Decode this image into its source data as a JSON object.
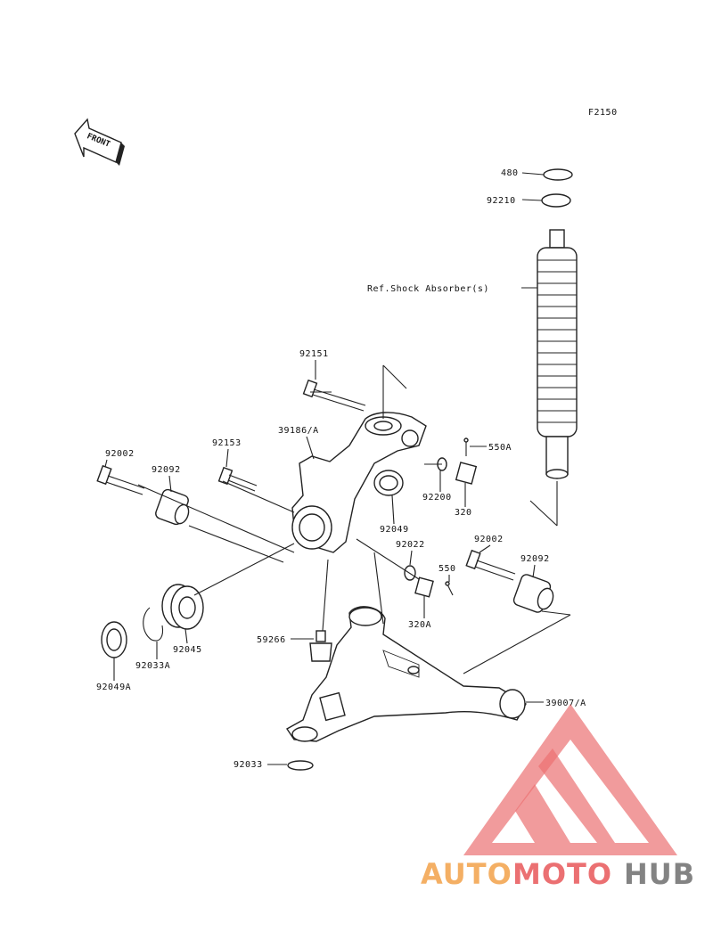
{
  "diagram": {
    "code": "F2150",
    "front_label": "FRONT",
    "ref_text": "Ref.Shock Absorber(s)",
    "parts": {
      "p480": "480",
      "p92210": "92210",
      "p92151": "92151",
      "p39186": "39186/A",
      "p550A": "550A",
      "p92153": "92153",
      "p92002a": "92002",
      "p92092a": "92092",
      "p92200": "92200",
      "p320": "320",
      "p92049": "92049",
      "p92022": "92022",
      "p92002b": "92002",
      "p92092b": "92092",
      "p550": "550",
      "p320A": "320A",
      "p92045": "92045",
      "p92033A": "92033A",
      "p92049A": "92049A",
      "p59266": "59266",
      "p39007": "39007/A",
      "p92033": "92033"
    }
  },
  "watermark": {
    "part1": "AUTO",
    "part2": "MOTO",
    "part3": "HUB",
    "color_orange": "#f3a24a",
    "color_red": "#e8585a",
    "color_gray": "#6e6e6e"
  }
}
